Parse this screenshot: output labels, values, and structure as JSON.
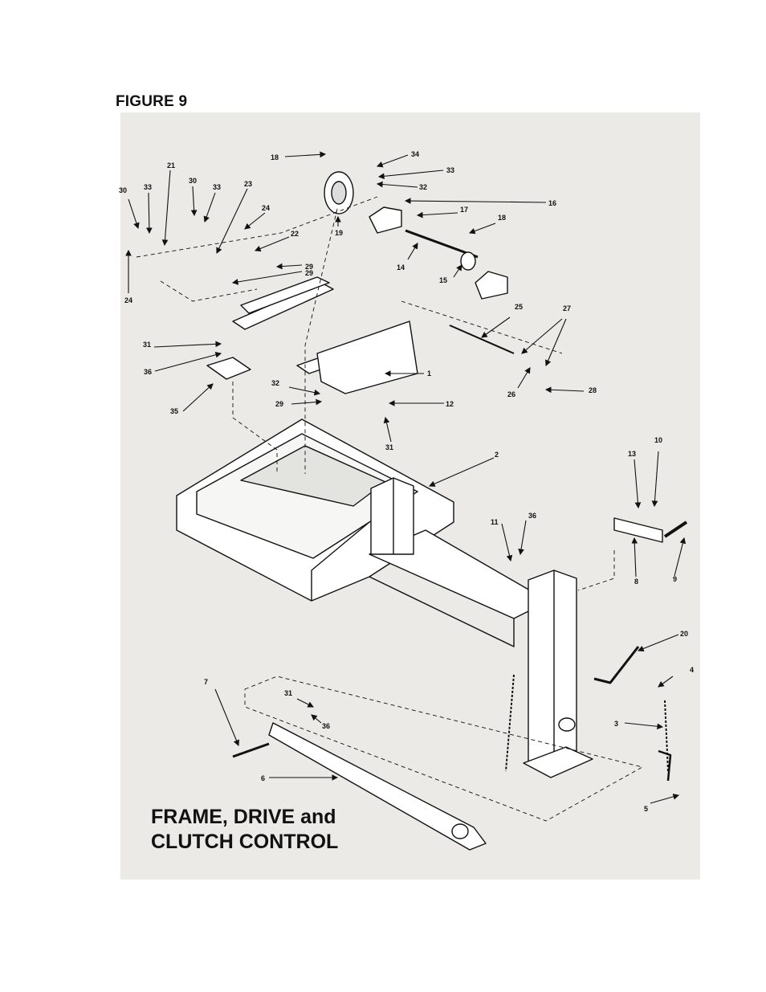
{
  "figure_label": "FIGURE 9",
  "title": {
    "line1": "FRAME, DRIVE and",
    "line2": "CLUTCH CONTROL"
  },
  "callouts": [
    "18",
    "34",
    "33",
    "32",
    "30",
    "33",
    "21",
    "30",
    "33",
    "23",
    "24",
    "22",
    "29",
    "29",
    "19",
    "16",
    "17",
    "18",
    "14",
    "15",
    "24",
    "25",
    "27",
    "31",
    "36",
    "1",
    "26",
    "28",
    "35",
    "32",
    "29",
    "12",
    "31",
    "2",
    "10",
    "13",
    "11",
    "36",
    "8",
    "9",
    "20",
    "4",
    "7",
    "31",
    "36",
    "3",
    "6",
    "5"
  ]
}
